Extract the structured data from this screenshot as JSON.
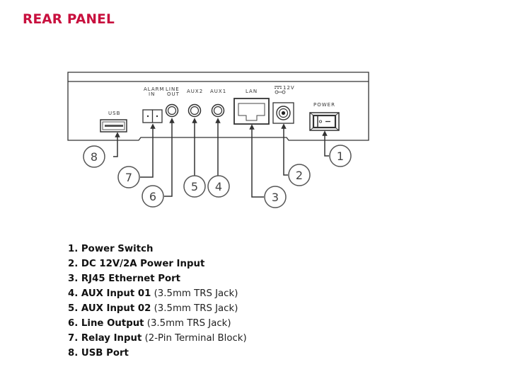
{
  "title": "REAR PANEL",
  "panel_labels": {
    "usb": "USB",
    "alarm_line1": "ALARM",
    "alarm_line2": "IN",
    "lineout_line1": "LINE",
    "lineout_line2": "OUT",
    "aux2": "AUX2",
    "aux1": "AUX1",
    "lan": "LAN",
    "dc": "12V",
    "power": "POWER"
  },
  "callouts": [
    "1",
    "2",
    "3",
    "4",
    "5",
    "6",
    "7",
    "8"
  ],
  "legend": [
    {
      "bold": "1. Power Switch",
      "desc": ""
    },
    {
      "bold": "2. DC 12V/2A Power Input",
      "desc": ""
    },
    {
      "bold": "3. RJ45 Ethernet Port",
      "desc": ""
    },
    {
      "bold": "4. AUX Input 01",
      "desc": " (3.5mm TRS Jack)"
    },
    {
      "bold": "5. AUX Input 02",
      "desc": " (3.5mm TRS Jack)"
    },
    {
      "bold": "6. Line Output",
      "desc": " (3.5mm TRS Jack)"
    },
    {
      "bold": "7. Relay Input",
      "desc": " (2-Pin Terminal Block)"
    },
    {
      "bold": "8. USB Port",
      "desc": ""
    }
  ]
}
